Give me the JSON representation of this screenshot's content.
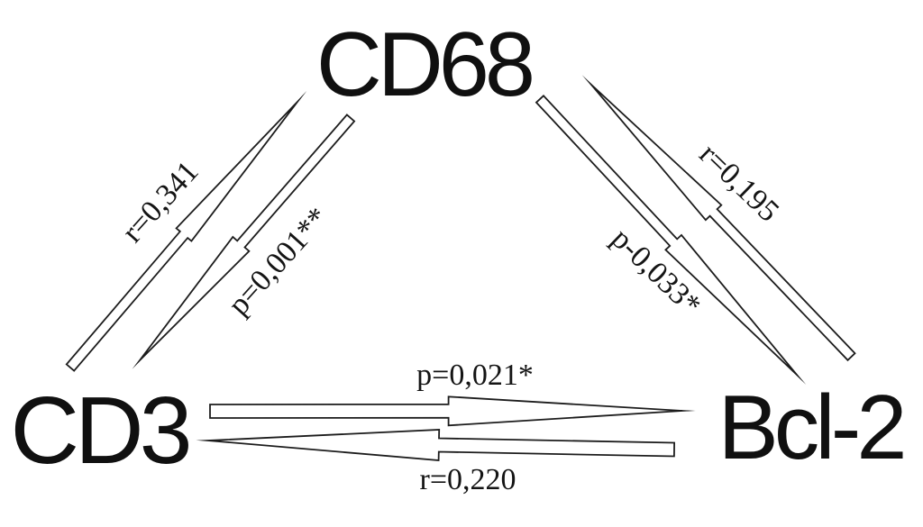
{
  "figure": {
    "background_color": "#ffffff",
    "ink_color": "#1c1c1c",
    "nodes": {
      "cd68": {
        "label": "CD68"
      },
      "cd3": {
        "label": "CD3"
      },
      "bcl2": {
        "label": "Bcl-2"
      }
    },
    "edges": {
      "cd3_to_cd68": {
        "from": "CD3",
        "to": "CD68",
        "label": "r=0,341"
      },
      "cd68_to_cd3": {
        "from": "CD68",
        "to": "CD3",
        "label": "p=0,001**"
      },
      "bcl2_to_cd68": {
        "from": "Bcl-2",
        "to": "CD68",
        "label": "r=0,195"
      },
      "cd68_to_bcl2": {
        "from": "CD68",
        "to": "Bcl-2",
        "label": "p-0,033*"
      },
      "cd3_to_bcl2": {
        "from": "CD3",
        "to": "Bcl-2",
        "label": "p=0,021*"
      },
      "bcl2_to_cd3": {
        "from": "Bcl-2",
        "to": "CD3",
        "label": "r=0,220"
      }
    }
  }
}
